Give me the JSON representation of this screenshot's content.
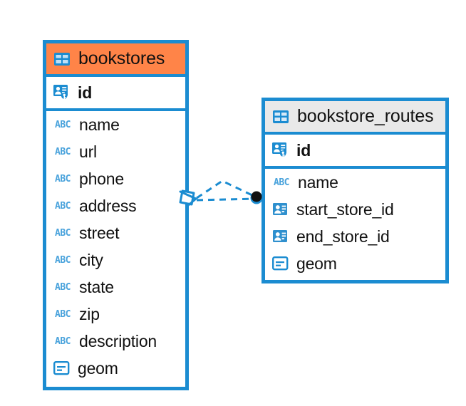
{
  "diagram": {
    "type": "entity-relationship-diagram",
    "colors": {
      "border": "#1B8CD1",
      "header_accent": "#FF8448",
      "header_neutral": "#E9E9E9",
      "icon_blue": "#1B8CD1",
      "abc_blue": "#4AA3DC",
      "connector": "#1B8CD1",
      "endpoint_dot": "#111111"
    },
    "tables": [
      {
        "name": "bookstores",
        "header_style": "accent-orange",
        "table_icon": "table-icon",
        "primary_key": {
          "label": "id",
          "icon": "primary-key-icon"
        },
        "fields": [
          {
            "label": "name",
            "icon": "abc-text-icon",
            "type": "text"
          },
          {
            "label": "url",
            "icon": "abc-text-icon",
            "type": "text"
          },
          {
            "label": "phone",
            "icon": "abc-text-icon",
            "type": "text"
          },
          {
            "label": "address",
            "icon": "abc-text-icon",
            "type": "text"
          },
          {
            "label": "street",
            "icon": "abc-text-icon",
            "type": "text"
          },
          {
            "label": "city",
            "icon": "abc-text-icon",
            "type": "text"
          },
          {
            "label": "state",
            "icon": "abc-text-icon",
            "type": "text"
          },
          {
            "label": "zip",
            "icon": "abc-text-icon",
            "type": "text"
          },
          {
            "label": "description",
            "icon": "abc-text-icon",
            "type": "text"
          },
          {
            "label": "geom",
            "icon": "geometry-icon",
            "type": "geometry"
          }
        ]
      },
      {
        "name": "bookstore_routes",
        "header_style": "accent-gray",
        "table_icon": "table-icon",
        "primary_key": {
          "label": "id",
          "icon": "primary-key-icon"
        },
        "fields": [
          {
            "label": "name",
            "icon": "abc-text-icon",
            "type": "text"
          },
          {
            "label": "start_store_id",
            "icon": "foreign-key-icon",
            "type": "foreign-key"
          },
          {
            "label": "end_store_id",
            "icon": "foreign-key-icon",
            "type": "foreign-key"
          },
          {
            "label": "geom",
            "icon": "geometry-icon",
            "type": "geometry"
          }
        ]
      }
    ],
    "relationship": {
      "from_table": "bookstores",
      "to_table": "bookstore_routes",
      "source_endpoint": "crows-foot-diamond",
      "target_endpoint": "filled-circle",
      "line_style": "dashed",
      "branches": 2
    }
  },
  "abc_glyph": "ABC"
}
